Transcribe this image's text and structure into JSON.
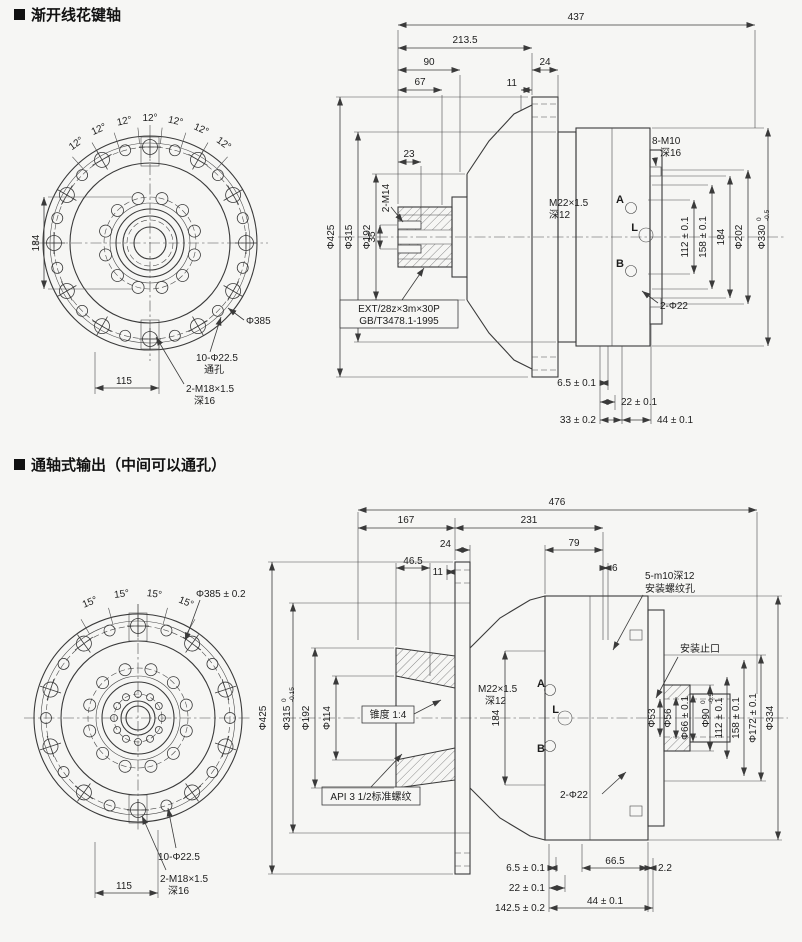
{
  "sections": {
    "s1": {
      "title": "渐开线花键轴",
      "front": {
        "angles": [
          "12°",
          "12°",
          "12°",
          "12°",
          "12°",
          "12°",
          "12°"
        ],
        "dim184": "184",
        "phi385": "Φ385",
        "holes1": "10-Φ22.5",
        "holes2": "通孔",
        "dim115": "115",
        "m18a": "2-M18×1.5",
        "m18b": "深16"
      },
      "side": {
        "d437": "437",
        "d2135": "213.5",
        "d90": "90",
        "d24": "24",
        "d11": "11",
        "d67": "67",
        "d23": "23",
        "m14": "2-M14",
        "d35": "35",
        "phi425": "Φ425",
        "phi315": "Φ315",
        "phi192": "Φ192",
        "m22a": "M22×1.5",
        "m22b": "深12",
        "m10a": "8-M10",
        "m10b": "深16",
        "portA": "A",
        "portL": "L",
        "portB": "B",
        "d112": "112 ± 0.1",
        "d158": "158 ± 0.1",
        "d184": "184",
        "phi202": "Φ202",
        "phi330": "Φ330",
        "phi330tolTop": "0",
        "phi330tolBot": "-0.5",
        "phi22x2": "2-Φ22",
        "spline1": "EXT/28z×3m×30P",
        "spline2": "GB/T3478.1-1995",
        "d65": "6.5 ± 0.1",
        "d22": "22 ± 0.1",
        "d33": "33 ± 0.2",
        "d44": "44 ± 0.1"
      }
    },
    "s2": {
      "title": "通轴式输出（中间可以通孔）",
      "front": {
        "angles": [
          "15°",
          "15°",
          "15°",
          "15°"
        ],
        "phi385": "Φ385 ± 0.2",
        "holes1": "10-Φ22.5",
        "m18a": "2-M18×1.5",
        "m18b": "深16",
        "dim115": "115"
      },
      "side": {
        "d476": "476",
        "d167": "167",
        "d231": "231",
        "d24": "24",
        "d79": "79",
        "d465": "46.5",
        "d11": "11",
        "d6": "6",
        "m10a": "5-m10深12",
        "m10b": "安装螺纹孔",
        "spigot": "安装止口",
        "m22a": "M22×1.5",
        "m22b": "深12",
        "portA": "A",
        "portL": "L",
        "portB": "B",
        "taper": "锥度 1:4",
        "api": "API 3 1/2标准螺纹",
        "phi22x2": "2-Φ22",
        "d184": "184",
        "phi425": "Φ425",
        "phi315": "Φ315",
        "phi315tolTop": "0",
        "phi315tolBot": "-0.15",
        "phi192": "Φ192",
        "phi114": "Φ114",
        "phi53": "Φ53",
        "phi56": "Φ56",
        "phi66": "Φ66 ± 0.1",
        "phi90": "Φ90",
        "phi90tolTop": "0",
        "phi90tolBot": "-0.5",
        "d112": "112 ± 0.1",
        "d158": "158 ± 0.1",
        "phi172": "Φ172 ± 0.1",
        "phi334": "Φ334",
        "d65": "6.5 ± 0.1",
        "d665": "66.5",
        "d22b": "2.2",
        "d22": "22 ± 0.1",
        "d1425": "142.5 ± 0.2",
        "d44": "44 ± 0.1"
      }
    }
  }
}
